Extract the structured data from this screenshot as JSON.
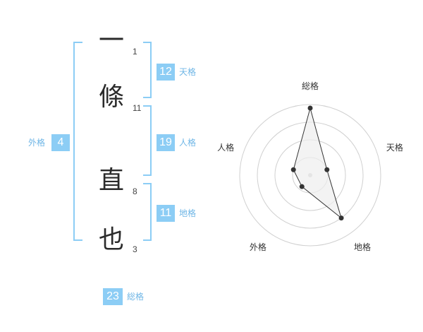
{
  "name": {
    "characters": [
      {
        "char": "一",
        "strokes": "1"
      },
      {
        "char": "條",
        "strokes": "11"
      },
      {
        "char": "直",
        "strokes": "8"
      },
      {
        "char": "也",
        "strokes": "3"
      }
    ]
  },
  "kaku": {
    "tenkaku": {
      "value": "12",
      "label": "天格"
    },
    "jinkaku": {
      "value": "19",
      "label": "人格"
    },
    "chikaku": {
      "value": "11",
      "label": "地格"
    },
    "gaikaku": {
      "value": "4",
      "label": "外格"
    },
    "soukaku": {
      "value": "23",
      "label": "総格"
    }
  },
  "colors": {
    "bracket": "#8ccdf5",
    "badge": "#8ccdf5",
    "radar_line": "#333333",
    "radar_fill": "#eeeeee"
  },
  "chart_data": {
    "type": "radar",
    "axes": [
      "総格",
      "天格",
      "地格",
      "外格",
      "人格"
    ],
    "values": [
      0.95,
      0.25,
      0.75,
      0.2,
      0.25
    ],
    "rings": 4
  }
}
